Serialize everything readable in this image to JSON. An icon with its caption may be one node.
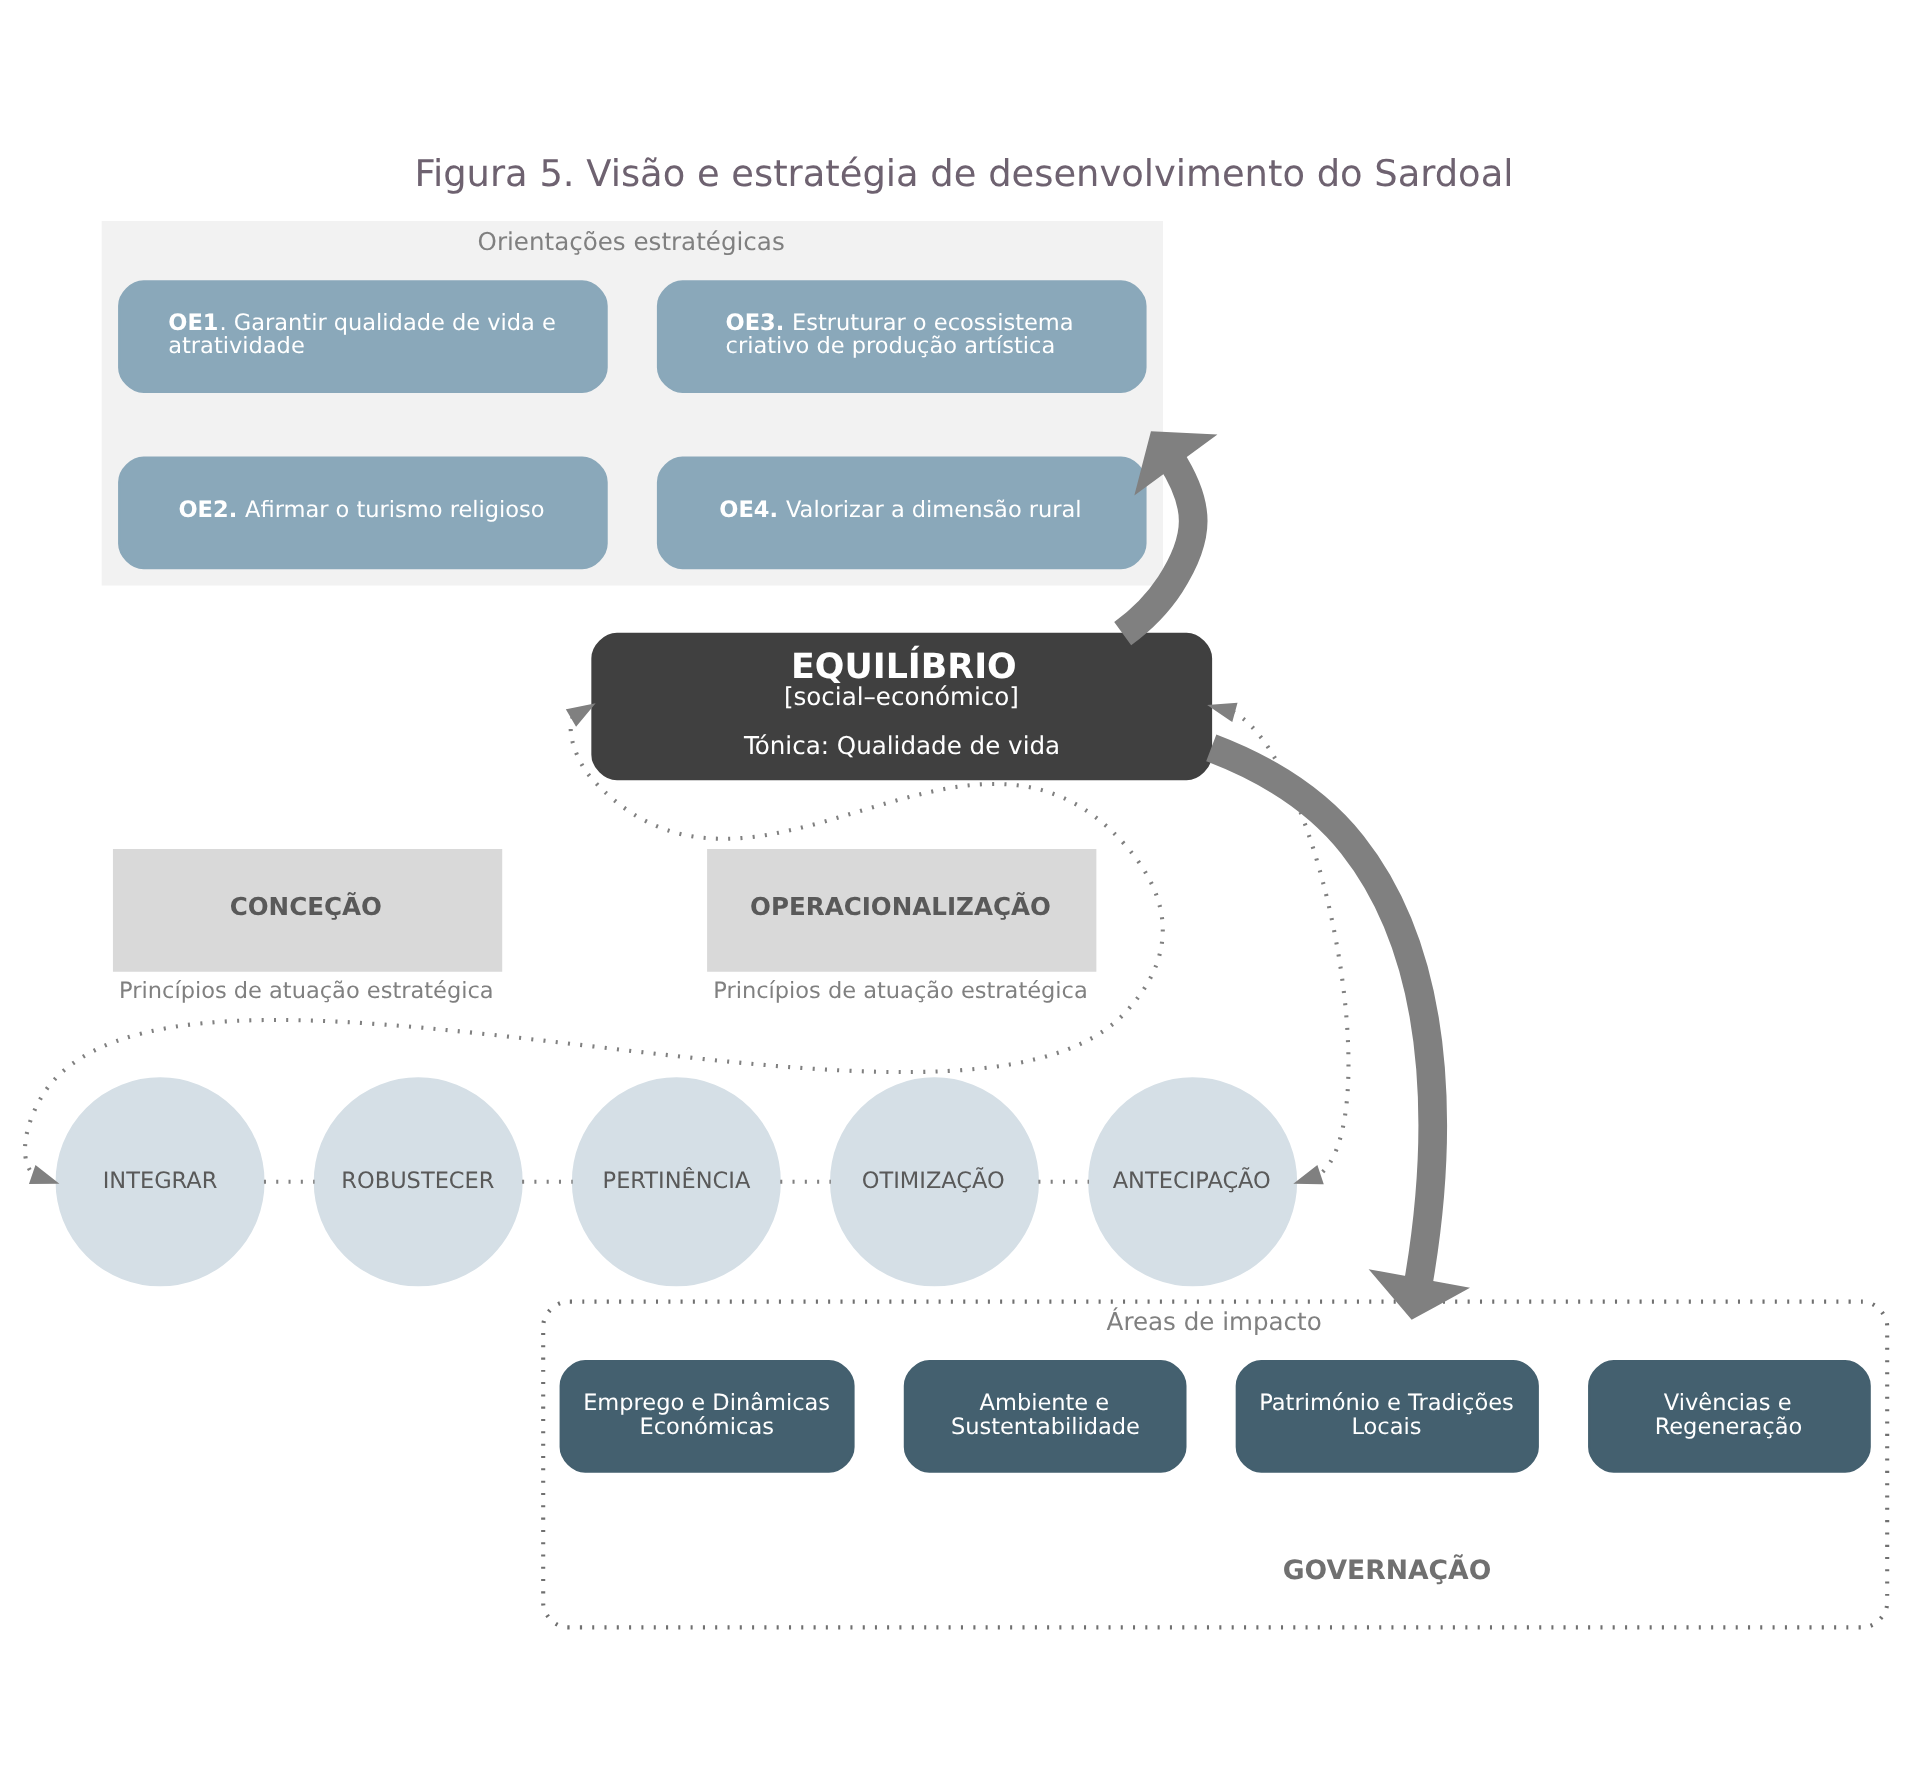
{
  "diagram": {
    "title": "Figura 5. Visão e estratégia de desenvolvimento do Sardoal",
    "nodes": [
      {
        "text": [
          "Orientações estratégicas"
        ]
      },
      {
        "text": [
          "**OE1**. Garantir qualidade de vida e atratividade"
        ],
        "in": 0
      },
      {
        "text": [
          "**OE3.** Estruturar o ecossistema criativo de produção artística"
        ],
        "in": 0
      },
      {
        "text": [
          "**OE2.** Afirmar o turismo religioso"
        ],
        "in": 0
      },
      {
        "text": [
          "**OE4.** Valorizar a dimensão rural"
        ],
        "in": 0
      },
      {
        "text": [
          "EQUILÍBRIO",
          "[social–económico]",
          "Tónica: Qualidade de vida"
        ]
      },
      {
        "text": [
          "CONCEÇÃO"
        ],
        "beside": [
          "Princípios de atuação estratégica"
        ]
      },
      {
        "text": [
          "OPERACIONALIZAÇÃO"
        ],
        "beside": [
          "Princípios de atuação estratégica"
        ]
      },
      {
        "text": [
          "INTEGRAR"
        ]
      },
      {
        "text": [
          "ROBUSTECER"
        ]
      },
      {
        "text": [
          "PERTINÊNCIA"
        ]
      },
      {
        "text": [
          "OTIMIZAÇÃO"
        ]
      },
      {
        "text": [
          "ANTECIPAÇÃO"
        ]
      },
      {
        "text": [
          "Áreas de impacto",
          "GOVERNAÇÃO"
        ]
      },
      {
        "text": [
          "Emprego e Dinâmicas Económicas"
        ],
        "in": 13
      },
      {
        "text": [
          "Património e Tradições Locais"
        ],
        "in": 13
      },
      {
        "text": [
          "Vivências e Regeneração"
        ],
        "in": 13
      },
      {
        "text": [
          "Ambiente e Sustentabilidade"
        ],
        "in": 13
      }
    ],
    "edges": [
      {
        "from": 5,
        "to": 0,
        "arrow": "to",
        "style": "thick",
        "color": "#808080"
      },
      {
        "from": 5,
        "to": 13,
        "arrow": "to",
        "style": "thick",
        "color": "#808080"
      },
      {
        "from": 8,
        "to": 5,
        "arrow": "both",
        "style": "dashed"
      },
      {
        "from": 12,
        "to": 5,
        "arrow": "both",
        "style": "dashed"
      },
      {
        "from": 8,
        "to": 9,
        "arrow": "none",
        "style": "dashed"
      },
      {
        "from": 9,
        "to": 10,
        "arrow": "none",
        "style": "dashed"
      },
      {
        "from": 10,
        "to": 11,
        "arrow": "none",
        "style": "dashed"
      },
      {
        "from": 11,
        "to": 12,
        "arrow": "none",
        "style": "dashed"
      }
    ]
  }
}
